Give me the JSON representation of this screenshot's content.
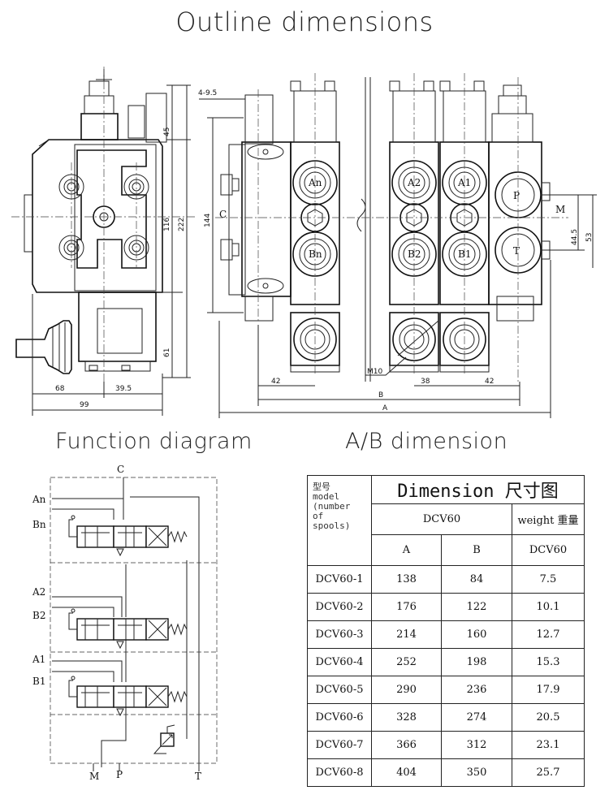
{
  "headings": {
    "outline": "Outline dimensions",
    "function": "Function diagram",
    "ab": "A/B dimension"
  },
  "outline_drawing": {
    "dims_left": [
      "45",
      "116",
      "222",
      "61",
      "68",
      "39.5",
      "99"
    ],
    "dims_right": [
      "4-9.5",
      "144",
      "C",
      "M",
      "44.5",
      "53",
      "42",
      "38",
      "42",
      "B",
      "A",
      "M10"
    ],
    "ports": [
      "An",
      "Bn",
      "A2",
      "B2",
      "A1",
      "B1",
      "P",
      "T"
    ]
  },
  "function_diagram": {
    "top_label": "C",
    "port_labels": [
      "An",
      "Bn",
      "A2",
      "B2",
      "A1",
      "B1"
    ],
    "bottom_labels": [
      "M",
      "P",
      "T"
    ]
  },
  "table": {
    "model_header": [
      "型号",
      "model",
      "(number",
      "of",
      "spools)"
    ],
    "title": "Dimension 尺寸图",
    "group_header": "DCV60",
    "weight_header": "weight 重量",
    "sub_headers": [
      "A",
      "B",
      "DCV60"
    ],
    "rows": [
      {
        "model": "DCV60-1",
        "a": "138",
        "b": "84",
        "w": "7.5"
      },
      {
        "model": "DCV60-2",
        "a": "176",
        "b": "122",
        "w": "10.1"
      },
      {
        "model": "DCV60-3",
        "a": "214",
        "b": "160",
        "w": "12.7"
      },
      {
        "model": "DCV60-4",
        "a": "252",
        "b": "198",
        "w": "15.3"
      },
      {
        "model": "DCV60-5",
        "a": "290",
        "b": "236",
        "w": "17.9"
      },
      {
        "model": "DCV60-6",
        "a": "328",
        "b": "274",
        "w": "20.5"
      },
      {
        "model": "DCV60-7",
        "a": "366",
        "b": "312",
        "w": "23.1"
      },
      {
        "model": "DCV60-8",
        "a": "404",
        "b": "350",
        "w": "25.7"
      }
    ]
  }
}
